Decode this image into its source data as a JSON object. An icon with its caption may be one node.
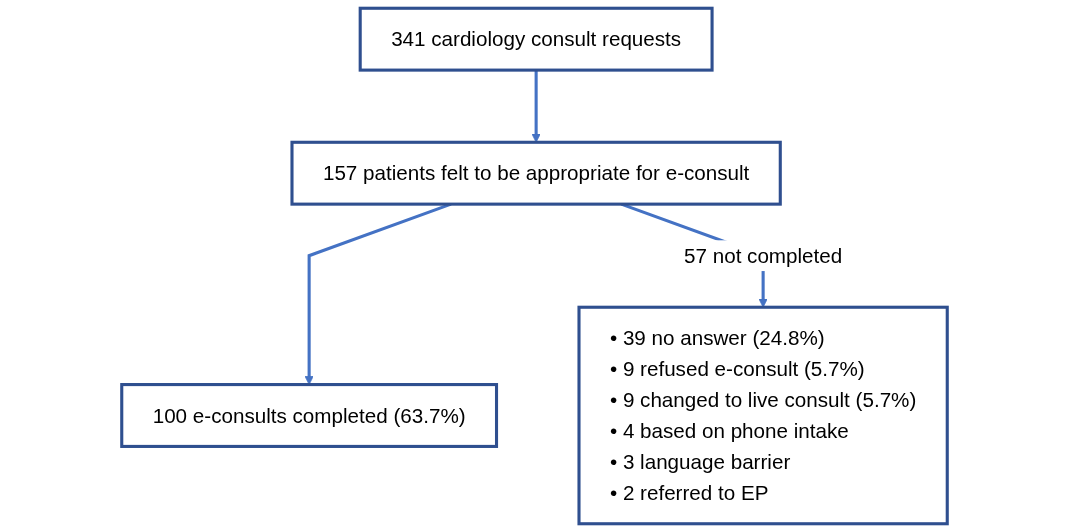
{
  "diagram": {
    "nodes": [
      {
        "text": [
          "341 cardiology consult requests"
        ]
      },
      {
        "text": [
          "157 patients felt to be appropriate for e-consult"
        ]
      },
      {
        "text": [
          "100 e-consults completed (63.7%)"
        ]
      },
      {
        "text": [
          "• 39 no answer (24.8%)",
          "• 9 refused e-consult (5.7%)",
          "• 9 changed to live consult (5.7%)",
          "• 4 based on phone intake",
          "• 3 language barrier",
          "• 2 referred to EP"
        ]
      }
    ],
    "edges": [
      {
        "from": 0,
        "to": 1,
        "arrow": "to"
      },
      {
        "from": 1,
        "to": 2,
        "arrow": "to"
      },
      {
        "from": 1,
        "to": 3,
        "arrow": "to",
        "label": "57 not completed"
      }
    ]
  }
}
